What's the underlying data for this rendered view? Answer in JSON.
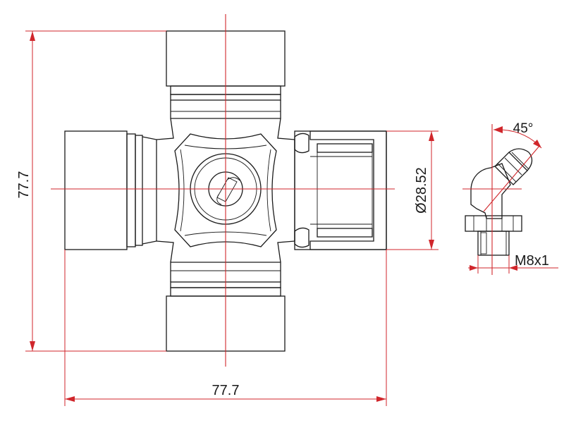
{
  "dimensions": {
    "height": "77.7",
    "width": "77.7",
    "bore_diameter": "Ø28.52",
    "nipple_angle": "45°",
    "thread": "M8x1"
  },
  "colors": {
    "outline": "#1a1a1a",
    "centerline": "#d0262b",
    "background": "#ffffff"
  }
}
